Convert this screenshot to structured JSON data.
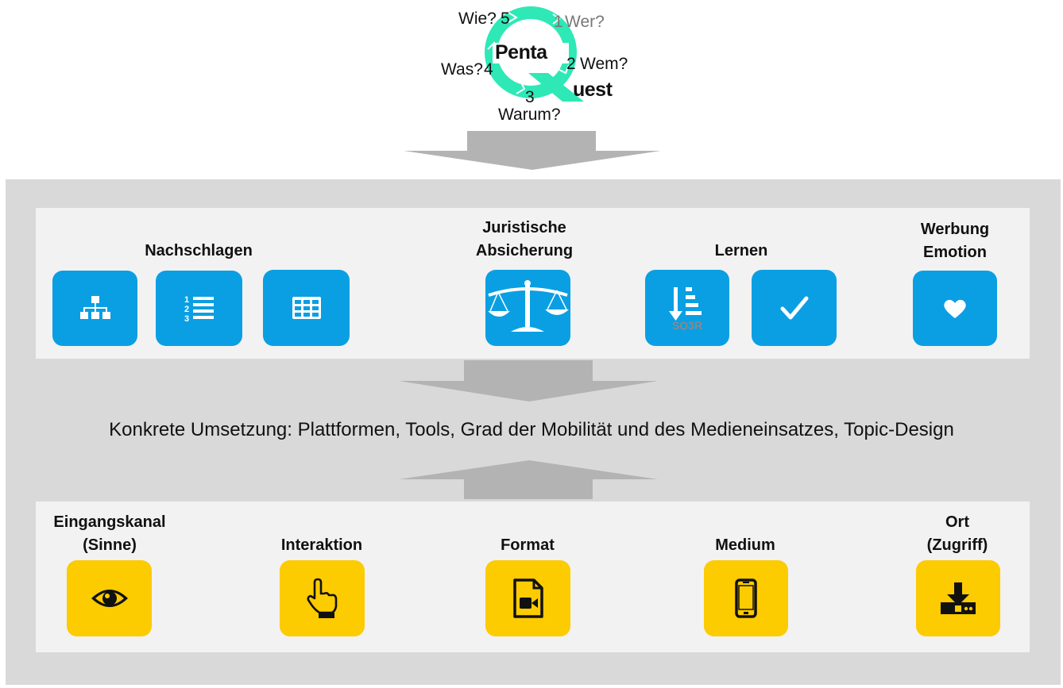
{
  "logo": {
    "word1": "Penta",
    "word2": "uest",
    "questions": [
      {
        "num": "1",
        "label": "Wer?"
      },
      {
        "num": "2",
        "label": "Wem?"
      },
      {
        "num": "3",
        "label": "Warum?"
      },
      {
        "num": "4",
        "label": "Was?"
      },
      {
        "num": "5",
        "label": "Wie?"
      }
    ],
    "ring_color": "#2ee8b6"
  },
  "top_section": {
    "groups": [
      {
        "heading": "Nachschlagen",
        "icons": [
          "sitemap-icon",
          "numbered-list-icon",
          "table-icon"
        ]
      },
      {
        "heading_line1": "Juristische",
        "heading_line2": "Absicherung",
        "icons": [
          "scales-icon"
        ]
      },
      {
        "heading": "Lernen",
        "icons": [
          "sq3r-icon",
          "checkmark-icon"
        ],
        "sq3r_label": "SQ3R"
      },
      {
        "heading_line1": "Werbung",
        "heading_line2": "Emotion",
        "icons": [
          "heart-icon"
        ]
      }
    ]
  },
  "middle_text": "Konkrete Umsetzung: Plattformen, Tools, Grad der Mobilität und des Medieneinsatzes,  Topic-Design",
  "bottom_section": {
    "items": [
      {
        "line1": "Eingangskanal",
        "line2": "(Sinne)",
        "icon": "eye-icon"
      },
      {
        "line1": "Interaktion",
        "icon": "pointing-hand-icon"
      },
      {
        "line1": "Format",
        "icon": "video-file-icon"
      },
      {
        "line1": "Medium",
        "icon": "smartphone-icon"
      },
      {
        "line1": "Ort",
        "line2": "(Zugriff)",
        "icon": "download-icon"
      }
    ]
  },
  "colors": {
    "blue_tile": "#0a9fe3",
    "yellow_tile": "#fccb00",
    "panel_gray": "#d9d9d9",
    "box_light": "#f2f2f2",
    "arrow_gray": "#b3b3b3",
    "logo_ring": "#2ee8b6"
  }
}
